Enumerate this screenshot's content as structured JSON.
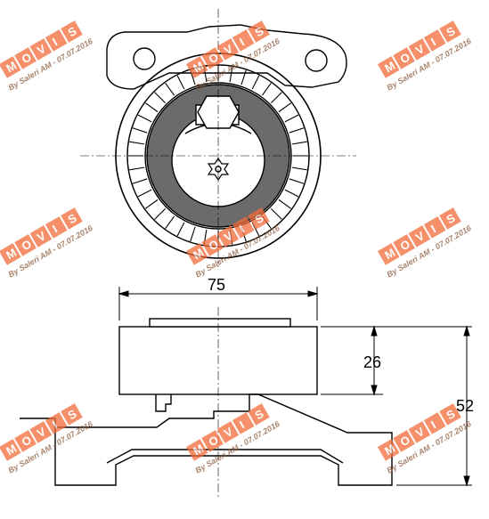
{
  "dimensions": {
    "width_label": "75",
    "height_small_label": "26",
    "height_total_label": "52"
  },
  "watermark": {
    "brand": "MOVIS",
    "caption": "By Saleri AM - 07.07.2016",
    "color": "#f26b3a"
  }
}
